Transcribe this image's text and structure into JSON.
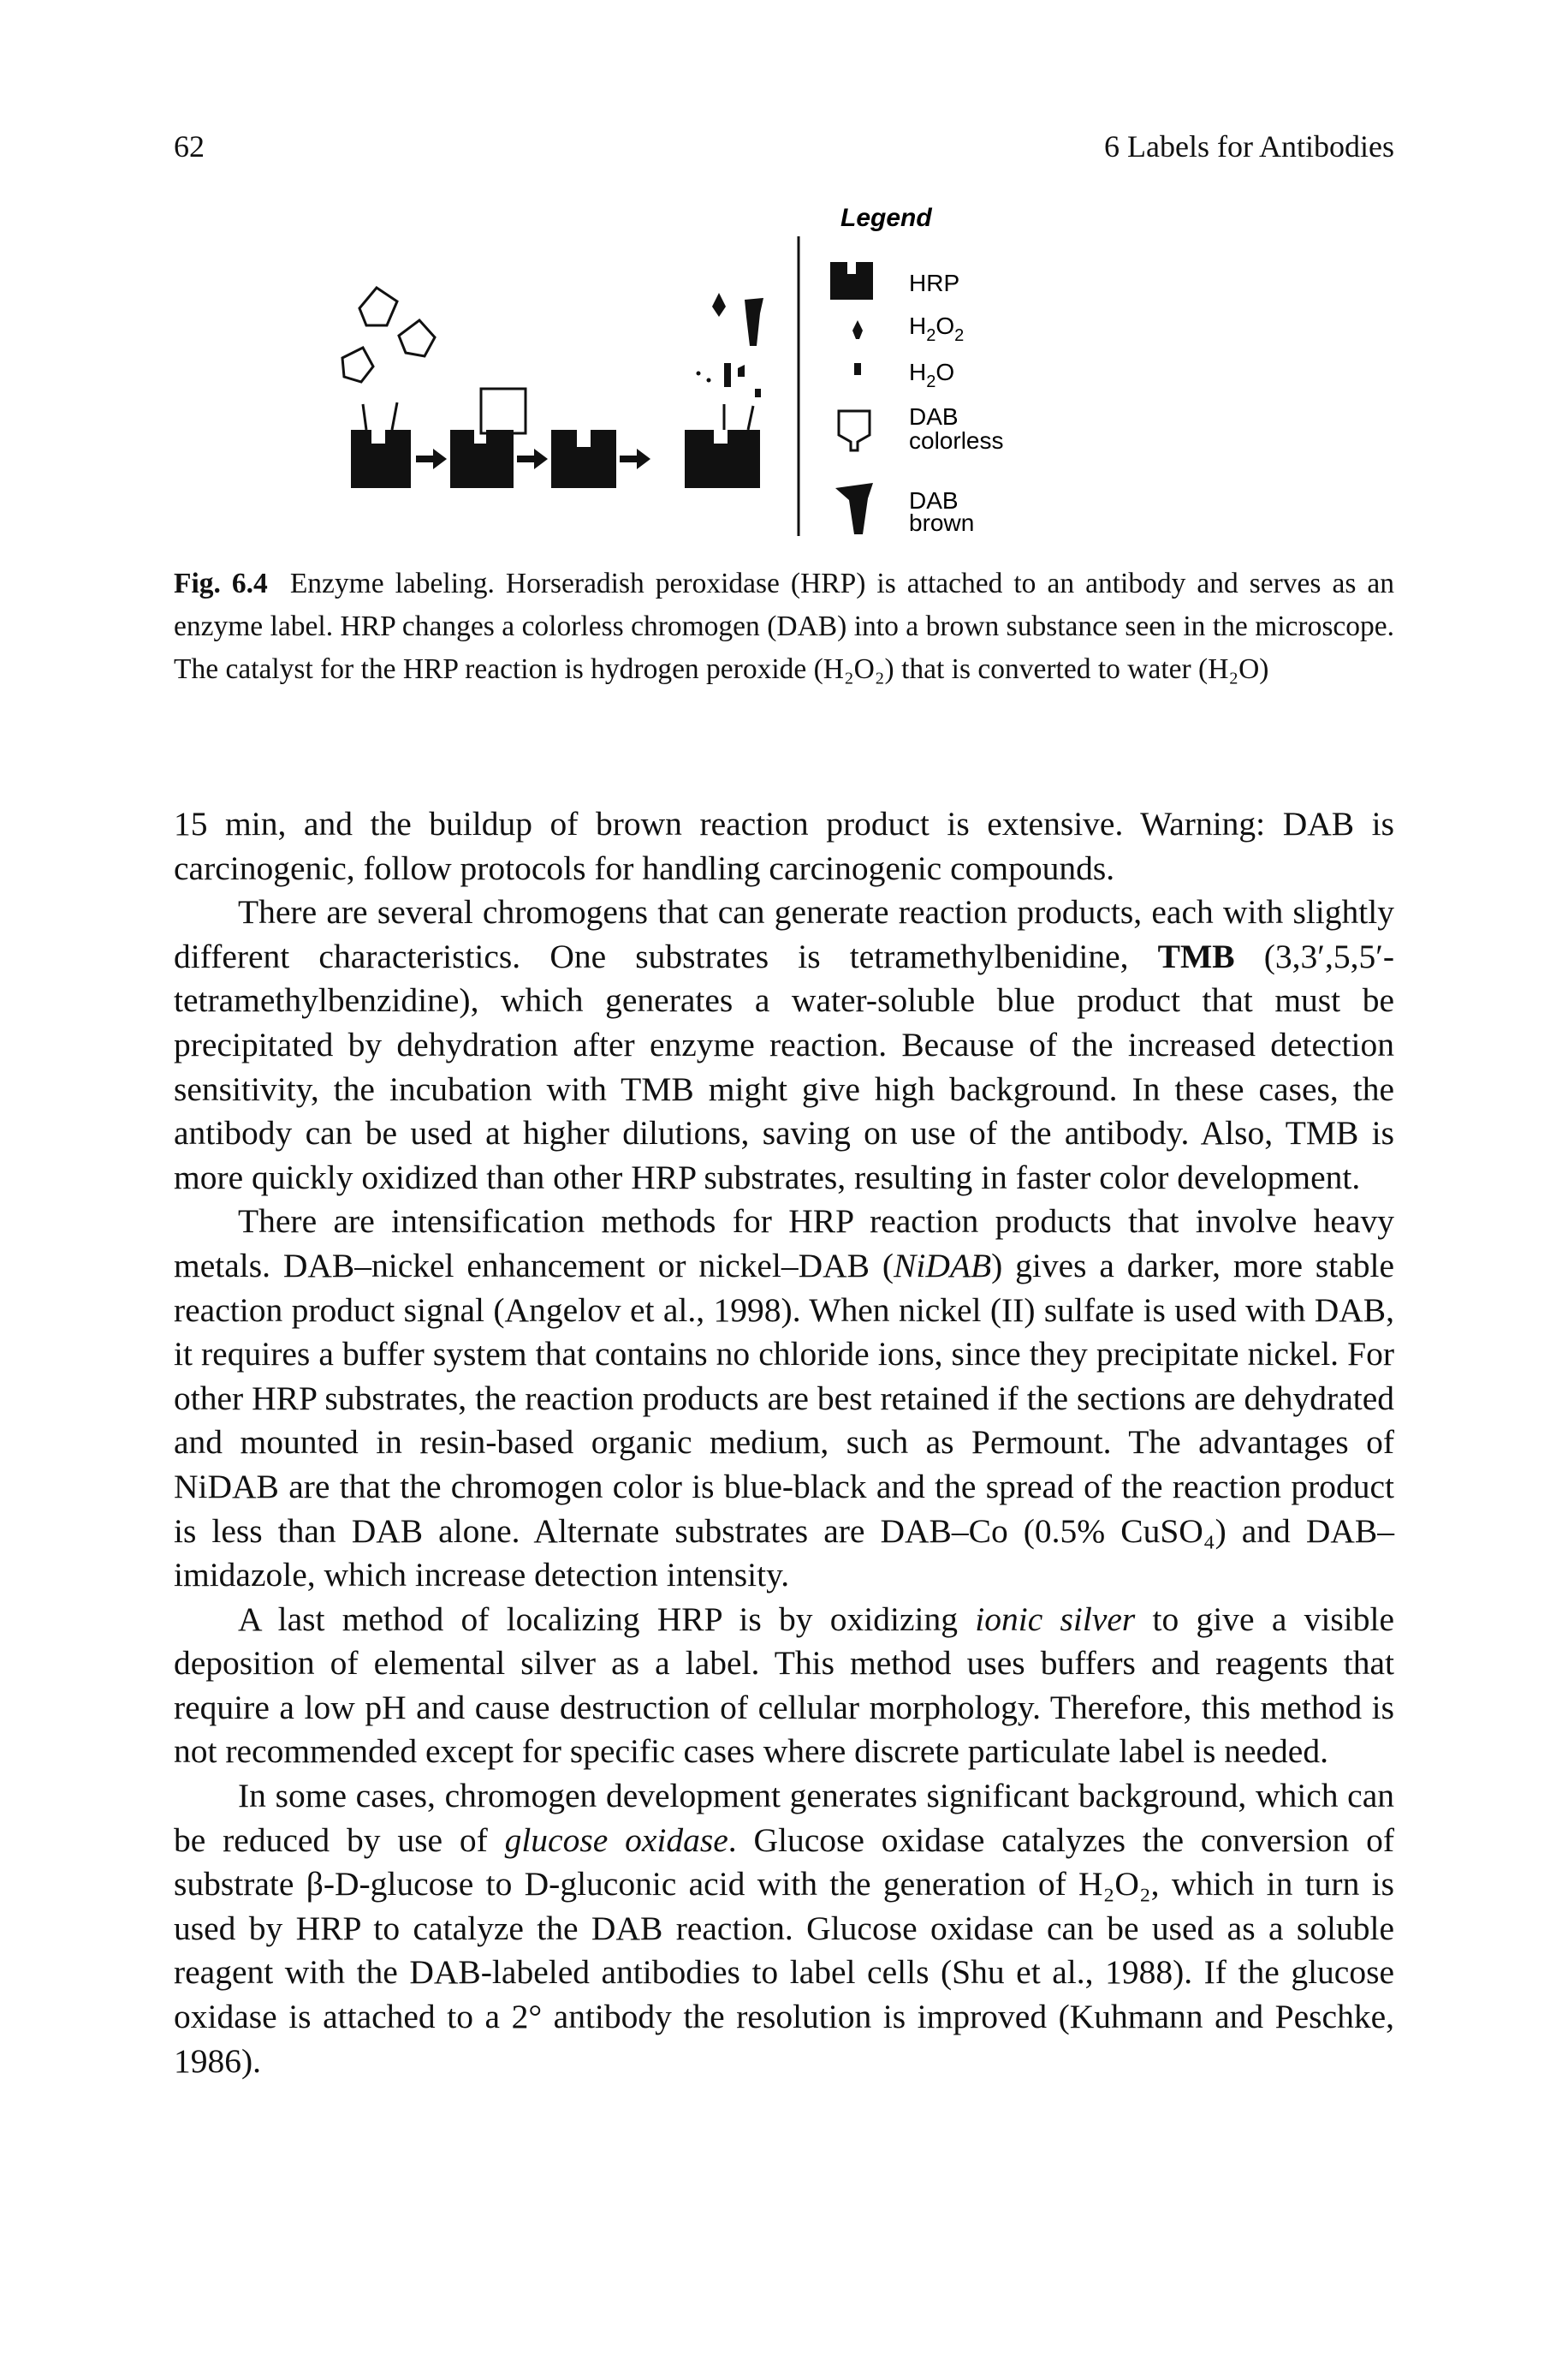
{
  "header": {
    "page_number": "62",
    "running_title": "6 Labels for Antibodies"
  },
  "figure": {
    "legend": {
      "title": "Legend",
      "hrp": "HRP",
      "h2o2": "H2O2",
      "h2o": "H2O",
      "dab_colorless_1": "DAB",
      "dab_colorless_2": "colorless",
      "dab_brown_1": "DAB",
      "dab_brown_2": "brown"
    },
    "caption": {
      "label": "Fig. 6.4",
      "text": "Enzyme labeling. Horseradish peroxidase (HRP) is attached to an antibody and serves as an enzyme label. HRP changes a colorless chromogen (DAB) into a brown substance seen in the microscope. The catalyst for the HRP reaction is hydrogen peroxide (H₂O₂) that is converted to water (H₂O)"
    }
  },
  "body": {
    "p1": "15 min, and the buildup of brown reaction product is extensive. Warning: DAB is carcinogenic, follow protocols for handling carcinogenic compounds.",
    "p2_a": "There are several chromogens that can generate reaction products, each with slightly different characteristics. One substrates is tetramethylbenidine, ",
    "p2_bold": "TMB",
    "p2_b": " (3,3′,5,5′-tetramethylbenzidine), which generates a water-soluble blue product that must be precipitated by dehydration after enzyme reaction. Because of the increased detection sensitivity, the incubation with TMB might give high background. In these cases, the antibody can be used at higher dilutions, saving on use of the antibody. Also, TMB is more quickly oxidized than other HRP substrates, resulting in faster color development.",
    "p3_a": "There are intensification methods for HRP reaction products that involve heavy metals. DAB–nickel enhancement or nickel–DAB (",
    "p3_italic": "NiDAB",
    "p3_b": ") gives a darker, more stable reaction product signal (Angelov et al., 1998). When nickel (II) sulfate is used with DAB, it requires a buffer system that contains no chloride ions, since they precipitate nickel. For other HRP substrates, the reaction products are best retained if the sections are dehydrated and mounted in resin-based organic medium, such as Permount. The advantages of NiDAB are that the chromogen color is blue-black and the spread of the reaction product is less than DAB alone. Alternate substrates are DAB–Co (0.5% CuSO₄) and DAB–imidazole, which increase detection intensity.",
    "p4_a": "A last method of localizing HRP is by oxidizing ",
    "p4_italic": "ionic silver",
    "p4_b": " to give a visible deposition of elemental silver as a label. This method uses buffers and reagents that require a low pH and cause destruction of cellular morphology. Therefore, this method is not recommended except for specific cases where discrete particulate label is needed.",
    "p5_a": "In some cases, chromogen development generates significant background, which can be reduced by use of ",
    "p5_italic": "glucose oxidase",
    "p5_b": ". Glucose oxidase catalyzes the conversion of substrate β-D-glucose to D-gluconic acid with the generation of H₂O₂, which in turn is used by HRP to catalyze the DAB reaction. Glucose oxidase can be used as a soluble reagent with the DAB-labeled antibodies to label cells (Shu et al., 1988). If the glucose oxidase is attached to a 2° antibody the resolution is improved (Kuhmann and Peschke, 1986)."
  }
}
